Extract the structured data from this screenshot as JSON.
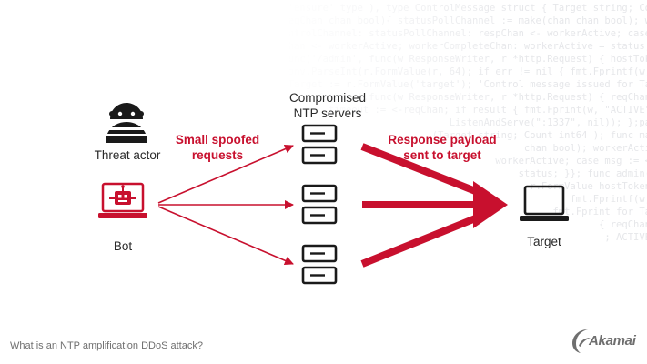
{
  "diagram": {
    "threat_actor_label": "Threat actor",
    "bot_label": "Bot",
    "servers_label_line1": "Compromised",
    "servers_label_line2": "NTP servers",
    "requests_label_line1": "Small spoofed",
    "requests_label_line2": "requests",
    "response_label_line1": "Response payload",
    "response_label_line2": "sent to target",
    "target_label": "Target"
  },
  "footer": {
    "caption": "What is an NTP amplification DDoS attack?",
    "logo_text": "Akamai"
  },
  "background_code": [
    "  'ensure' type ), type ControlMessage struct { Target string; Co",
    "ring, reqChan chan bool){ statusPollChannel := make(chan chan bool); w",
    " := <-controlChannel: statusPollChannel: respChan <- workerActive; case",
    "  respChan <- workerActive; workerCompleteChan: workerActive = status;",
    "ttp.HandleFunc('/admin', func(w ResponseWriter, r *http.Request) { hostTok",
    "  err := strconv.ParseInt(r.FormValue(r, 64); if err != nil { fmt.Fprintf(w,",
    "  Target := r.FormValue('target'); 'Control message issued for Ta",
    "  /status',func(w ResponseWriter, r *http.Request) { reqChan",
    "  timeout := <-reqChan; if result { fmt.Fprint(w, \"ACTIVE\"",
    "  ListenAndServe(\":1337\", nil)); };pa",
    "  (Target string; Count int64 ); func ma",
    "  chan bool); workerActi",
    "  workerActive; case msg := <",
    "  status; }}; func admin(",
    "  r.FormValue hostToken",
    "  fmt.Fprintf(w,",
    "  fmt.Fprint for Ta",
    "  { reqChan",
    "  ; ACTIVE",
    "  ",
    "  "
  ],
  "colors": {
    "accent_red": "#c8102e",
    "icon_dark": "#1a1a1a",
    "text_dark": "#2a2a2a",
    "caption_gray": "#6f6f6f"
  }
}
